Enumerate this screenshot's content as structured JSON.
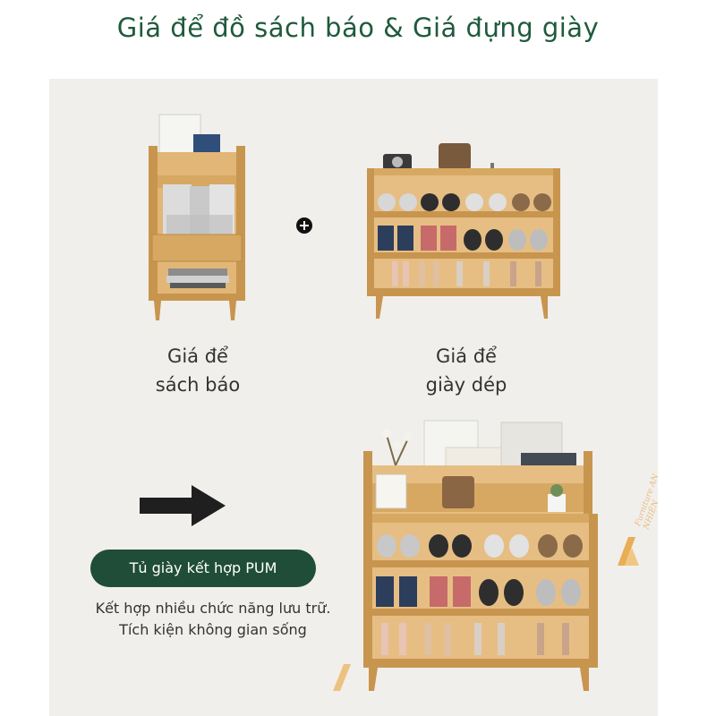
{
  "header": {
    "title": "Giá để đồ sách báo & Giá đựng giày"
  },
  "products": {
    "magazine_rack": {
      "caption_line1": "Giá để",
      "caption_line2": "sách báo"
    },
    "shoe_rack": {
      "caption_line1": "Giá để",
      "caption_line2": "giày dép"
    },
    "plus_symbol": "+"
  },
  "combo": {
    "badge": "Tủ giày kết hợp PUM",
    "description_line1": "Kết hợp nhiều chức năng lưu trữ.",
    "description_line2": "Tích kiện không gian sống"
  },
  "brand": {
    "watermark_text": "Furniture AN NHIÊN"
  },
  "colors": {
    "title": "#1f5a3c",
    "badge_bg": "#1f4d37",
    "wood": "#d7a862",
    "wood_dark": "#b98a47",
    "panel_bg": "#f1efeb",
    "logo": "#e8a23a"
  },
  "icons": {
    "arrow": "arrow-right-icon",
    "plus": "plus-icon",
    "logo": "an-nhien-logo"
  }
}
